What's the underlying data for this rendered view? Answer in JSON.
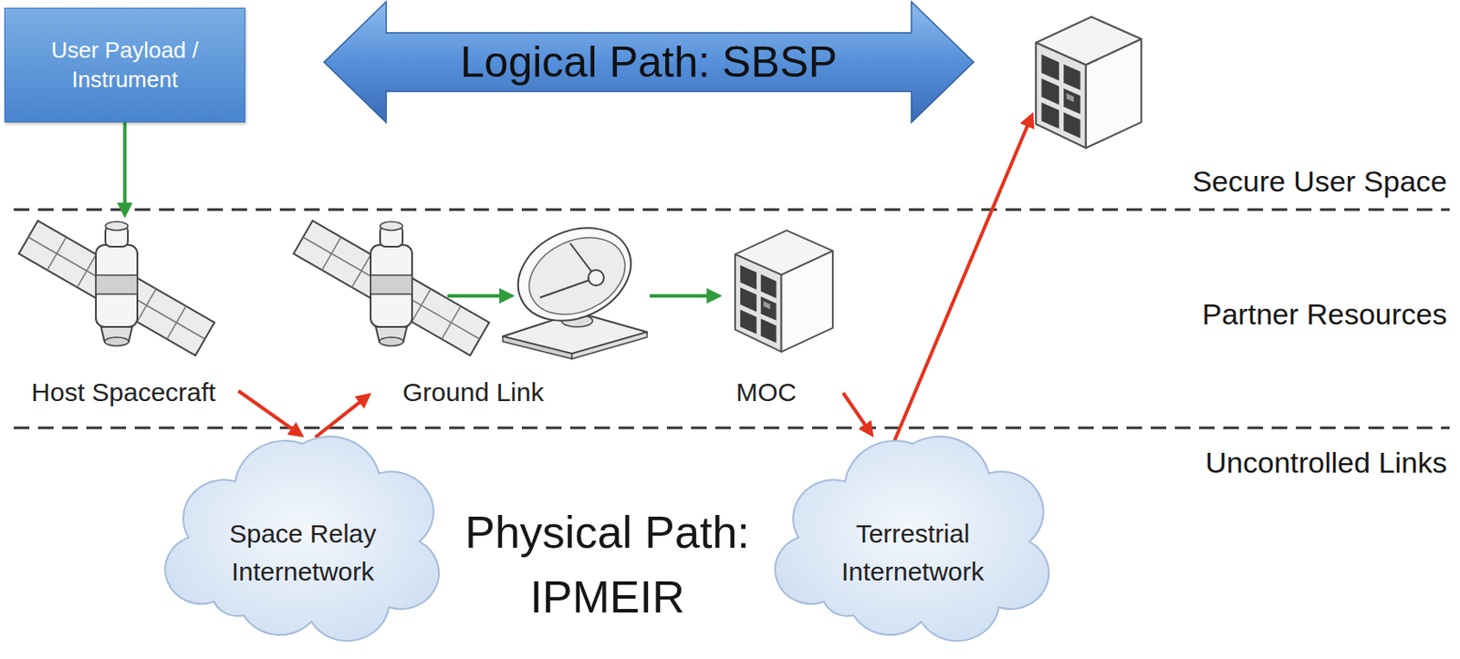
{
  "diagram": {
    "nodes": [
      {
        "text": [
          "User Payload / Instrument"
        ]
      },
      {
        "text": [
          "Logical Path: SBSP"
        ]
      },
      {
        "text": [
          "Host Spacecraft"
        ]
      },
      {
        "text": [
          "Ground Link"
        ]
      },
      {
        "text": [
          "MOC"
        ]
      },
      {
        "text": [
          "Space Relay Internetwork"
        ]
      },
      {
        "text": [
          "Terrestrial Internetwork"
        ]
      }
    ],
    "edges": [
      {
        "from": 0,
        "to": 2,
        "arrow": "to"
      },
      {
        "from": 2,
        "to": 5,
        "arrow": "to"
      },
      {
        "from": 5,
        "to": 3,
        "arrow": "to"
      },
      {
        "from": 3,
        "to": 4,
        "arrow": "to"
      },
      {
        "from": 4,
        "to": 6,
        "arrow": "to"
      }
    ],
    "labels": [
      "Secure User Space",
      "Partner Resources",
      "Uncontrolled Links",
      "Physical Path: IPMEIR"
    ]
  }
}
